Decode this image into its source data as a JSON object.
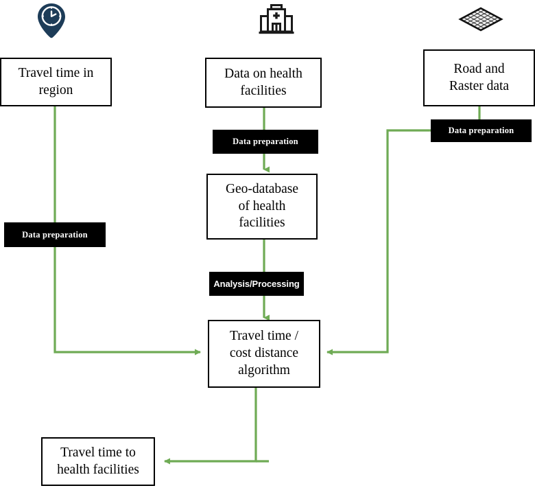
{
  "diagram": {
    "title": "Travel time to health facilities methodology flowchart",
    "colors": {
      "connector_green": "#6fab55",
      "box_border": "#000000",
      "chip_fill": "#000000",
      "chip_text": "#ffffff",
      "pin_navy": "#1d3c58",
      "icon_black": "#1a1a1a",
      "background": "#ffffff"
    },
    "icons": [
      {
        "name": "clock-map-pin-icon",
        "label": "Travel time location pin with clock"
      },
      {
        "name": "hospital-building-icon",
        "label": "Hospital building with cross"
      },
      {
        "name": "raster-grid-icon",
        "label": "Diamond raster grid mesh"
      }
    ],
    "boxes": [
      {
        "id": "travel-time-region",
        "text": "Travel time in\nregion"
      },
      {
        "id": "data-health-facilities",
        "text": "Data on health\nfacilities"
      },
      {
        "id": "road-raster-data",
        "text": "Road and\nRaster data"
      },
      {
        "id": "geo-database",
        "text": "Geo-database\nof health\nfacilities"
      },
      {
        "id": "algorithm",
        "text": "Travel time /\ncost distance\nalgorithm"
      },
      {
        "id": "travel-time-output",
        "text": "Travel time to\nhealth facilities"
      }
    ],
    "chips": [
      {
        "id": "chip-left",
        "text": "Data preparation"
      },
      {
        "id": "chip-center",
        "text": "Data preparation"
      },
      {
        "id": "chip-right",
        "text": "Data preparation"
      },
      {
        "id": "chip-analysis",
        "text": "Analysis/Processing"
      }
    ]
  }
}
